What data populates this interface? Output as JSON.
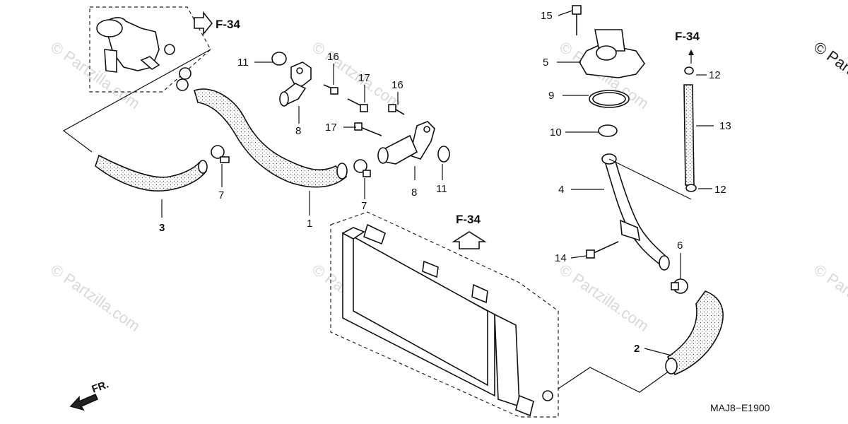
{
  "watermark": "© Partzilla.com",
  "diagram_code": "MAJ8−E1900",
  "front_label": "FR.",
  "refs": [
    {
      "id": "ref-top-left",
      "text": "F-34"
    },
    {
      "id": "ref-top-right",
      "text": "F-34"
    },
    {
      "id": "ref-radiator",
      "text": "F-34"
    }
  ],
  "callouts": [
    {
      "id": "label-1",
      "text": "1"
    },
    {
      "id": "label-2",
      "text": "2"
    },
    {
      "id": "label-3",
      "text": "3"
    },
    {
      "id": "label-4",
      "text": "4"
    },
    {
      "id": "label-5",
      "text": "5"
    },
    {
      "id": "label-6",
      "text": "6"
    },
    {
      "id": "label-7a",
      "text": "7"
    },
    {
      "id": "label-7b",
      "text": "7"
    },
    {
      "id": "label-8a",
      "text": "8"
    },
    {
      "id": "label-8b",
      "text": "8"
    },
    {
      "id": "label-9",
      "text": "9"
    },
    {
      "id": "label-10",
      "text": "10"
    },
    {
      "id": "label-11a",
      "text": "11"
    },
    {
      "id": "label-11b",
      "text": "11"
    },
    {
      "id": "label-12a",
      "text": "12"
    },
    {
      "id": "label-12b",
      "text": "12"
    },
    {
      "id": "label-13",
      "text": "13"
    },
    {
      "id": "label-14",
      "text": "14"
    },
    {
      "id": "label-15",
      "text": "15"
    },
    {
      "id": "label-16a",
      "text": "16"
    },
    {
      "id": "label-16b",
      "text": "16"
    },
    {
      "id": "label-17a",
      "text": "17"
    },
    {
      "id": "label-17b",
      "text": "17"
    }
  ]
}
